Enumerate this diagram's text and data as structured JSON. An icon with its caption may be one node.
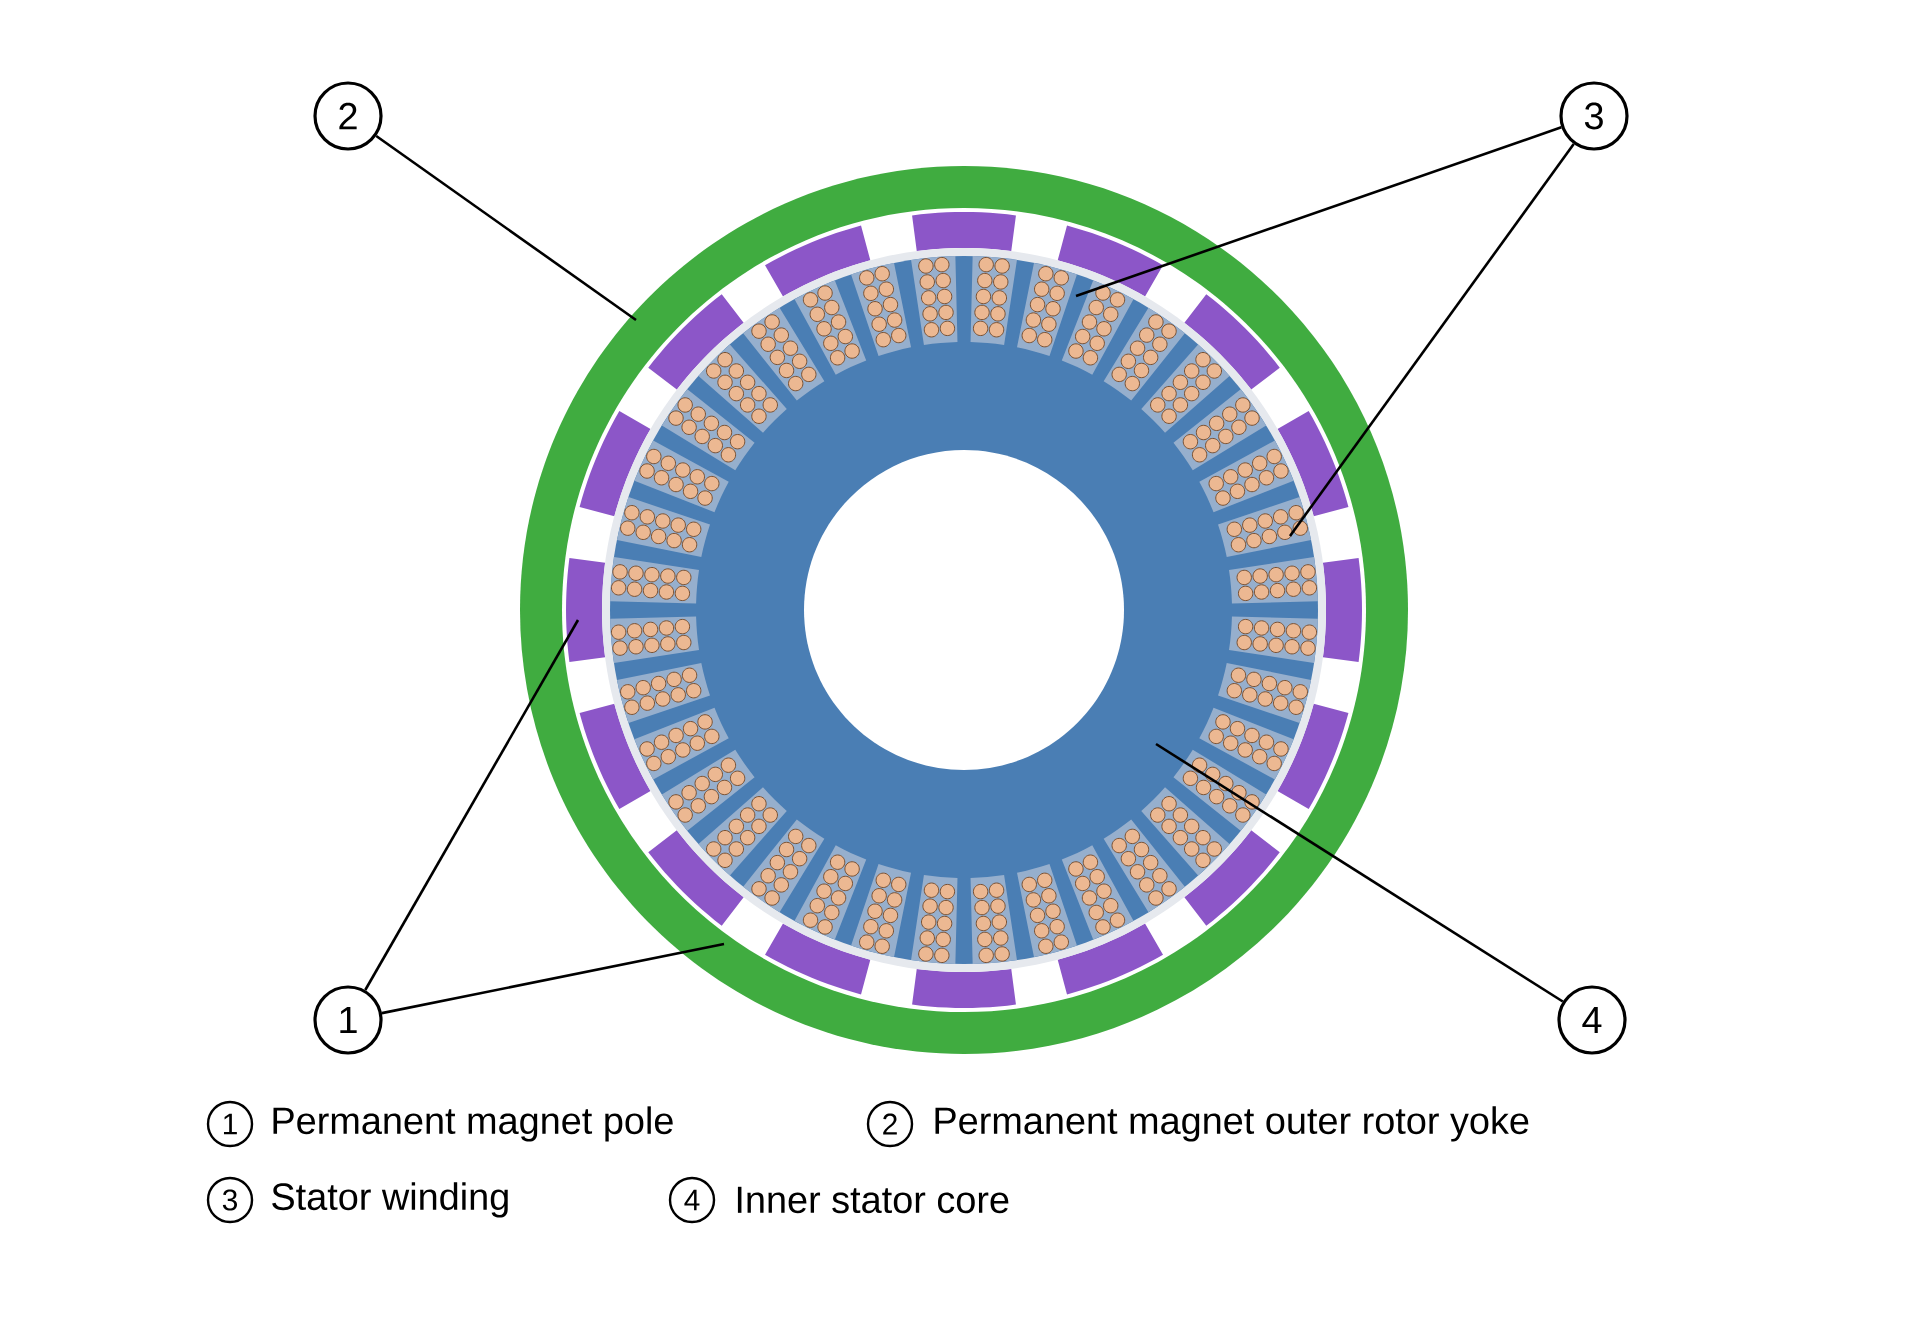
{
  "diagram": {
    "nodes": [
      {
        "text": [
          "2"
        ]
      },
      {
        "text": [
          "3"
        ]
      },
      {
        "text": [
          "1"
        ]
      },
      {
        "text": [
          "4"
        ]
      }
    ],
    "edges": [
      {
        "from": 0,
        "to": null,
        "arrow": "none"
      },
      {
        "from": 1,
        "to": null,
        "arrow": "none"
      },
      {
        "from": 1,
        "to": null,
        "arrow": "none"
      },
      {
        "from": 2,
        "to": null,
        "arrow": "none"
      },
      {
        "from": 2,
        "to": null,
        "arrow": "none"
      },
      {
        "from": 3,
        "to": null,
        "arrow": "none"
      }
    ],
    "labels": [
      "1",
      "Permanent magnet pole",
      "2",
      "Permanent magnet outer rotor yoke",
      "3",
      "Stator winding",
      "4",
      "Inner stator core"
    ]
  }
}
